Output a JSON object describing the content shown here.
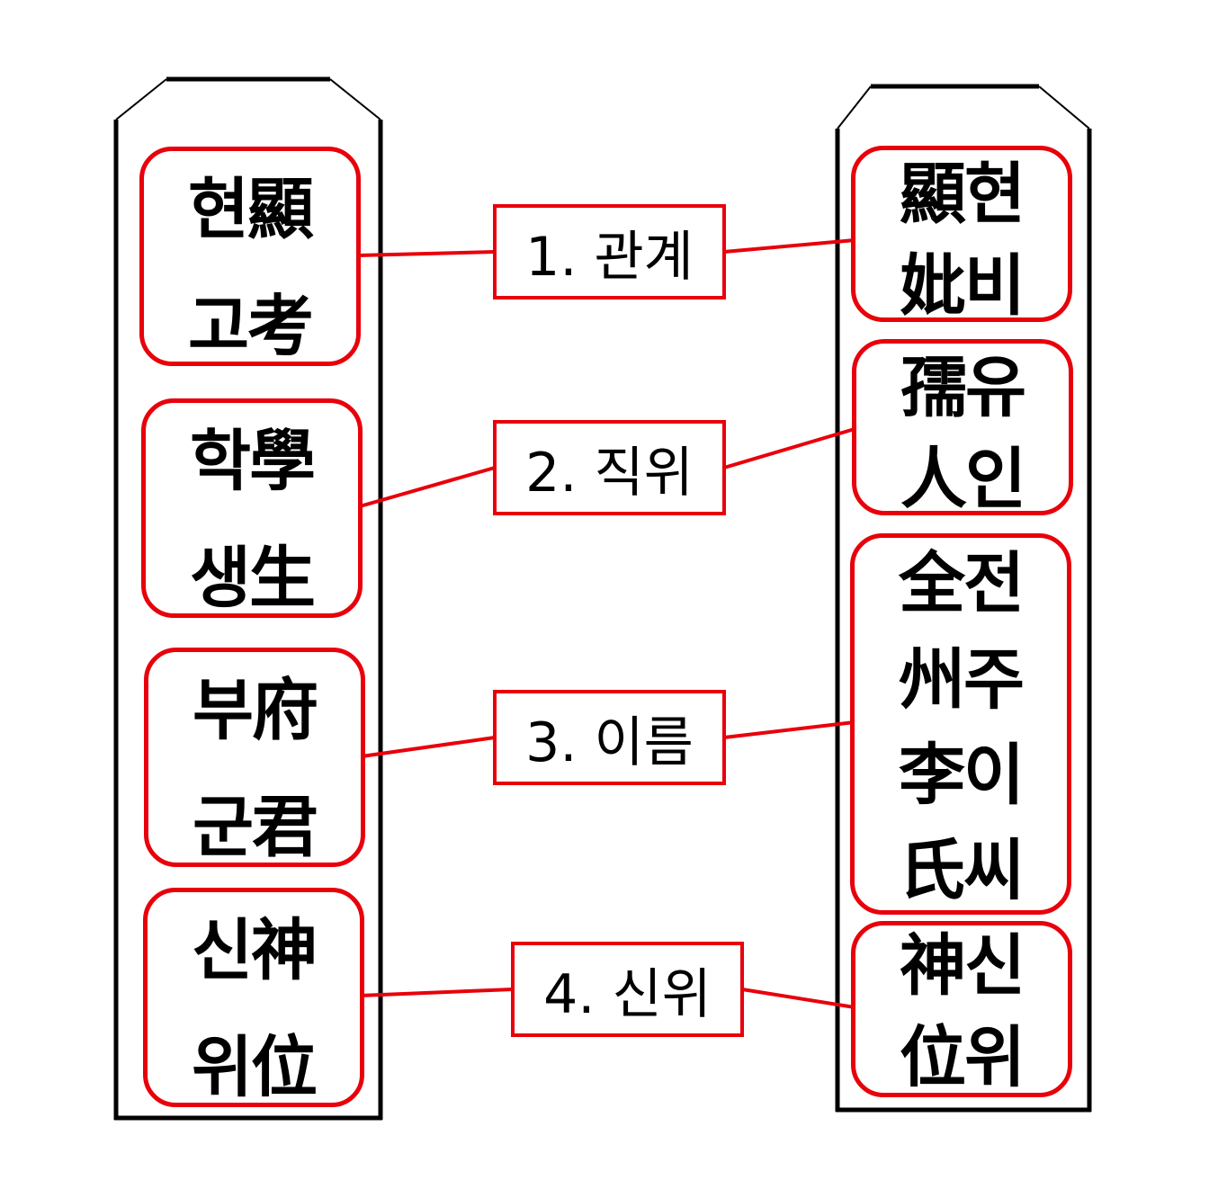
{
  "colors": {
    "accent": "#e8000b",
    "outline": "#000000",
    "background": "#ffffff"
  },
  "left_tablet": {
    "groups": [
      {
        "lines": [
          "현顯",
          "고考"
        ]
      },
      {
        "lines": [
          "학學",
          "생生"
        ]
      },
      {
        "lines": [
          "부府",
          "군君"
        ]
      },
      {
        "lines": [
          "신神",
          "위位"
        ]
      }
    ]
  },
  "right_tablet": {
    "groups": [
      {
        "lines": [
          "顯현",
          "妣비"
        ]
      },
      {
        "lines": [
          "孺유",
          "人인"
        ]
      },
      {
        "lines": [
          "全전",
          "州주",
          "李이",
          "氏씨"
        ]
      },
      {
        "lines": [
          "神신",
          "位위"
        ]
      }
    ]
  },
  "labels": [
    "1. 관계",
    "2. 직위",
    "3. 이름",
    "4. 신위"
  ]
}
